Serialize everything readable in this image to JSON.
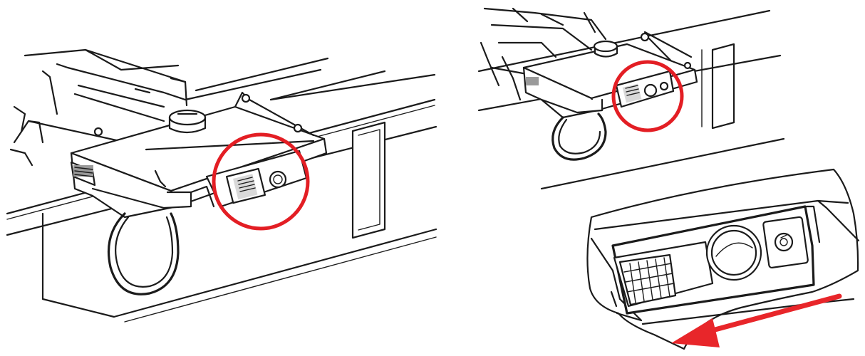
{
  "figure": {
    "panels": [
      {
        "id": "left",
        "description_role": "mount-overview"
      },
      {
        "id": "right-top",
        "description_role": "mount-overview-small"
      },
      {
        "id": "right-bottom",
        "description_role": "switch-closeup"
      }
    ],
    "colors": {
      "line": "#1b1b1b",
      "highlight": "#e31e24",
      "arrow": "#e8262a",
      "background": "#ffffff"
    },
    "icons": [
      "highlight-circle",
      "slide-direction-arrow"
    ]
  }
}
